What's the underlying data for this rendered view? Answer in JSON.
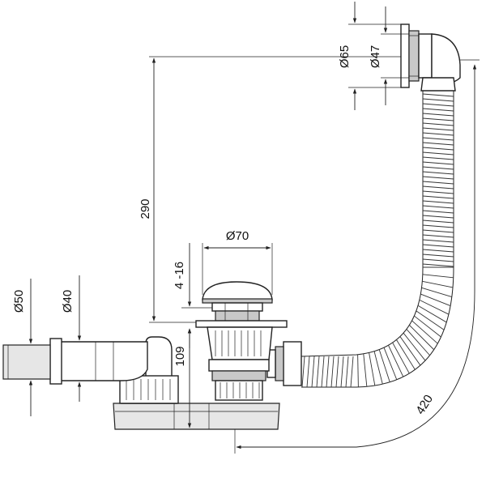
{
  "dimensions": {
    "height_overflow": "290",
    "outlet_diameter": "Ø70",
    "thickness_range": "4 -16",
    "height_trap": "109",
    "overflow_outer": "Ø65",
    "overflow_inner": "Ø47",
    "pipe_outer": "Ø50",
    "pipe_inner": "Ø40",
    "hose_length": "420"
  },
  "colors": {
    "line": "#222222",
    "fill_grey": "#c8c8c8",
    "fill_light": "#e6e6e6"
  }
}
